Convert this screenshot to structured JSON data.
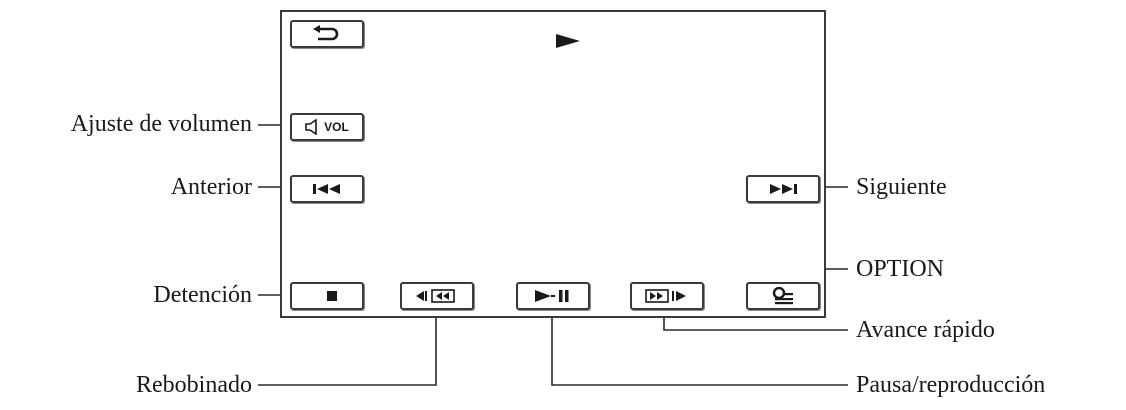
{
  "labels": {
    "volume": "Ajuste de volumen",
    "previous": "Anterior",
    "next": "Siguiente",
    "stop": "Detención",
    "option": "OPTION",
    "fast_forward": "Avance rápido",
    "rewind": "Rebobinado",
    "pause_play": "Pausa/reproducción"
  },
  "buttons": {
    "volume_text": "VOL"
  },
  "icons": {
    "back": "return-arrow-icon",
    "playing": "play-triangle-icon",
    "volume": "speaker-icon",
    "previous": "skip-previous-icon",
    "next": "skip-next-icon",
    "stop": "stop-square-icon",
    "rewind": "rewind-icon",
    "pause_play": "play-pause-icon",
    "fast_forward": "fast-forward-icon",
    "option": "option-menu-icon"
  }
}
